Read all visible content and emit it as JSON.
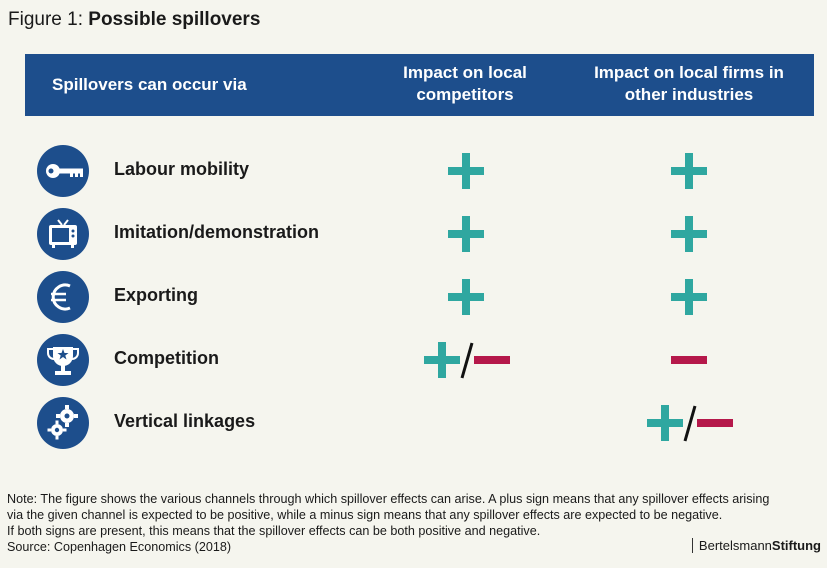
{
  "figure": {
    "prefix": "Figure 1:",
    "title": "Possible spillovers"
  },
  "header": {
    "col1": "Spillovers can occur via",
    "col2": "Impact on local competitors",
    "col3": "Impact on local firms in other industries"
  },
  "rows": [
    {
      "label": "Labour mobility",
      "icon": "key-icon",
      "local_competitors": "+",
      "other_industries": "+"
    },
    {
      "label": "Imitation/demonstration",
      "icon": "tv-icon",
      "local_competitors": "+",
      "other_industries": "+"
    },
    {
      "label": "Exporting",
      "icon": "euro-icon",
      "local_competitors": "+",
      "other_industries": "+"
    },
    {
      "label": "Competition",
      "icon": "trophy-icon",
      "local_competitors": "+/-",
      "other_industries": "-"
    },
    {
      "label": "Vertical linkages",
      "icon": "gears-icon",
      "local_competitors": "",
      "other_industries": "+/-"
    }
  ],
  "note": {
    "line1": "Note: The figure shows the various channels through which spillover effects can arise. A plus sign means that any spillover effects arising",
    "line2": "via the given channel is expected to be positive, while a minus sign means that any spillover effects are expected to be negative.",
    "line3": "If both signs are present, this means that the spillover effects can be both positive and negative.",
    "source": "Source: Copenhagen Economics (2018)"
  },
  "brand": {
    "part1": "Bertelsmann",
    "part2": "Stiftung"
  },
  "colors": {
    "header": "#1d4e8c",
    "plus": "#2fa7a0",
    "minus": "#b5184a",
    "background": "#f5f5ee"
  }
}
